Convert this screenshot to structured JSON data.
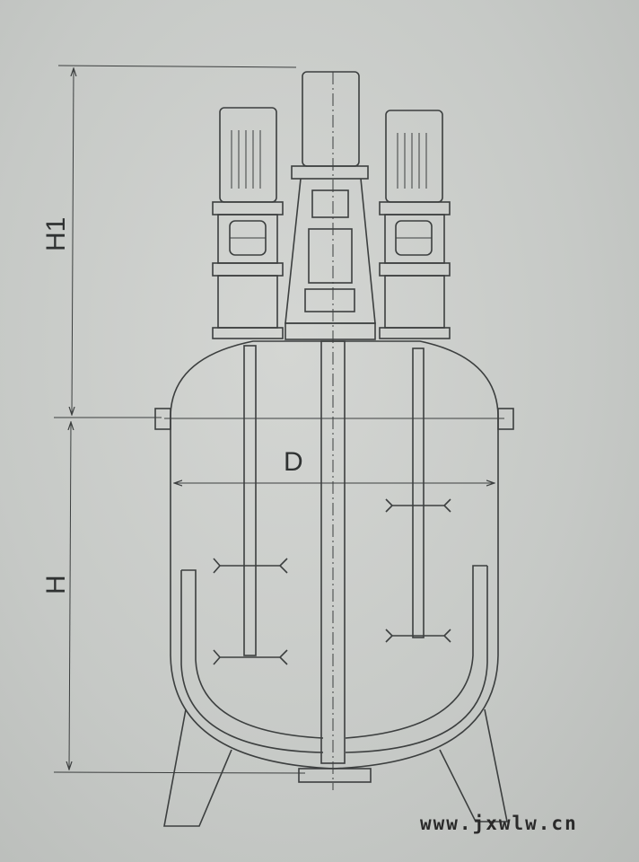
{
  "diagram": {
    "labels": {
      "h1": "H1",
      "d": "D",
      "h": "H"
    },
    "watermark": "www.jxwlw.cn",
    "colors": {
      "line": "#3c3f3f",
      "background": "#c8cbc8"
    }
  }
}
